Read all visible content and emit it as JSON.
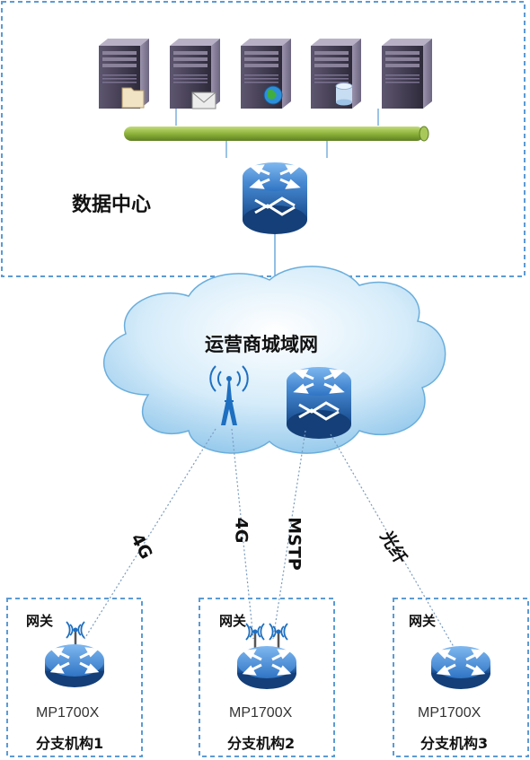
{
  "data_center": {
    "label": "数据中心"
  },
  "cloud": {
    "label": "运营商城域网"
  },
  "links": {
    "l1": "4G",
    "l2": "4G",
    "l3": "MSTP",
    "l4": "光纤"
  },
  "branches": [
    {
      "gateway": "网关",
      "model": "MP1700X",
      "name": "分支机构1"
    },
    {
      "gateway": "网关",
      "model": "MP1700X",
      "name": "分支机构2"
    },
    {
      "gateway": "网关",
      "model": "MP1700X",
      "name": "分支机构3"
    }
  ],
  "colors": {
    "border": "#5b9bd5",
    "bus": "#8db33a",
    "router": "#1f5fa8",
    "tower": "#1e6fc0"
  }
}
